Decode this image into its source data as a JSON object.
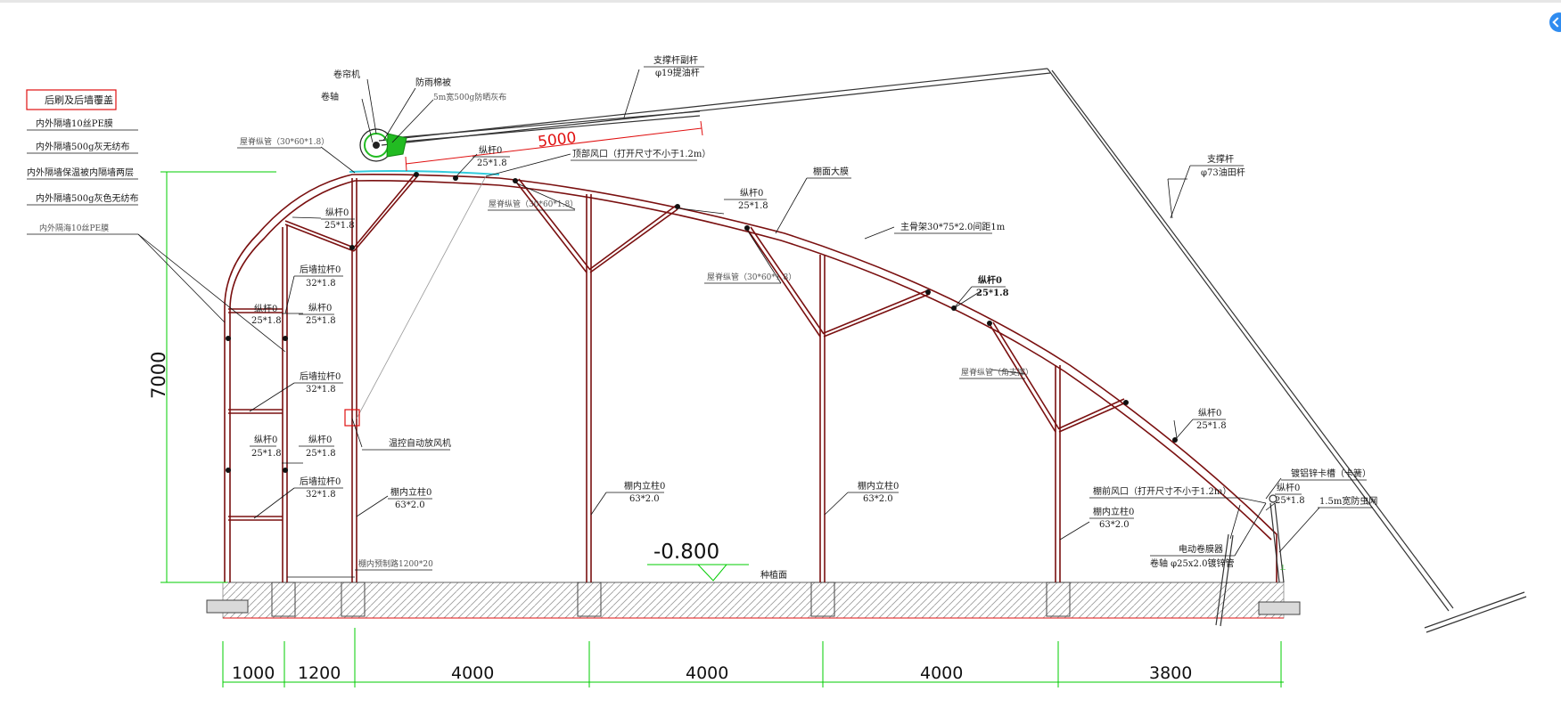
{
  "legend_box_title": "后刷及后墙覆盖",
  "legend_items": [
    "内外隔墙10丝PE膜",
    "内外隔墙500g灰无纺布",
    "内外隔墙保温被内隔墙两层",
    "内外隔墙500g灰色无纺布",
    "内外隔海10丝PE膜"
  ],
  "labels": {
    "roller_machine": "卷帘机",
    "roller_shaft": "卷轴",
    "rain_cover": "防雨棉被",
    "quilt": "5m宽500g防晒灰布",
    "brace_aux_title": "支撑杆副杆",
    "brace_aux_spec": "φ19提油杆",
    "ridge_purlin_top": "屋脊纵管（30*60*1.8）",
    "purlin_top_title": "纵杆0",
    "purlin_top_spec": "25*1.8",
    "top_vent": "顶部风口（打开尺寸不小于1.2m）",
    "purlin_l1_title": "纵杆0",
    "purlin_l1_spec": "25*1.8",
    "ridge_purlin_mid": "屋脊纵管（30*60*1.8）",
    "support_rod_title": "支撑杆",
    "support_rod_spec": "φ73油田杆",
    "film": "棚面大膜",
    "purlin_m1_title": "纵杆0",
    "purlin_m1_spec": "25*1.8",
    "main_frame": "主骨架30*75*2.0间距1m",
    "ridge_purlin_r": "屋脊纵管（30*60*1.8）",
    "purlin_m2_title": "纵杆0",
    "purlin_m2_spec": "25*1.8",
    "ridge_purlin_angle": "屋脊纵管（角支撑）",
    "purlin_m3_title": "纵杆0",
    "purlin_m3_spec": "25*1.8",
    "rear_tie1_title": "后墙拉杆0",
    "rear_tie1_spec": "32*1.8",
    "purlin_w1_title": "纵杆0",
    "purlin_w1_spec": "25*1.8",
    "purlin_w1b_title": "纵杆0",
    "purlin_w1b_spec": "25*1.8",
    "rear_tie2_title": "后墙拉杆0",
    "rear_tie2_spec": "32*1.8",
    "purlin_w2_title": "纵杆0",
    "purlin_w2_spec": "25*1.8",
    "purlin_w2b_title": "纵杆0",
    "purlin_w2b_spec": "25*1.8",
    "rear_tie3_title": "后墙拉杆0",
    "rear_tie3_spec": "32*1.8",
    "fan": "温控自动放风机",
    "col1_title": "棚内立柱0",
    "col1_spec": "63*2.0",
    "col2_title": "棚内立柱0",
    "col2_spec": "63*2.0",
    "col3_title": "棚内立柱0",
    "col3_spec": "63*2.0",
    "col4_title": "棚内立柱0",
    "col4_spec": "63*2.0",
    "front_vent": "棚前风口（打开尺寸不小于1.2m）",
    "zinc_groove": "镀铝锌卡槽（卡簧）",
    "purlin_f_title": "纵杆0",
    "purlin_f_spec": "25*1.8",
    "insect_net": "1.5m宽防虫网",
    "roller_motor_title": "电动卷膜器",
    "roller_motor_spec": "卷轴 φ25x2.0镀锌管",
    "path": "棚内预制路1200*20",
    "planting_surface": "种植面",
    "elevation": "-0.800",
    "height_dim": "7000",
    "roll_dim": "5000"
  },
  "dimensions": [
    "1000",
    "1200",
    "4000",
    "4000",
    "4000",
    "3800"
  ],
  "colors": {
    "dimension_green": "#00cc00",
    "frame_red": "#7a1010",
    "annotation_red": "#e01010",
    "film_cyan": "#33ccdd",
    "roller_green": "#22bb22"
  }
}
